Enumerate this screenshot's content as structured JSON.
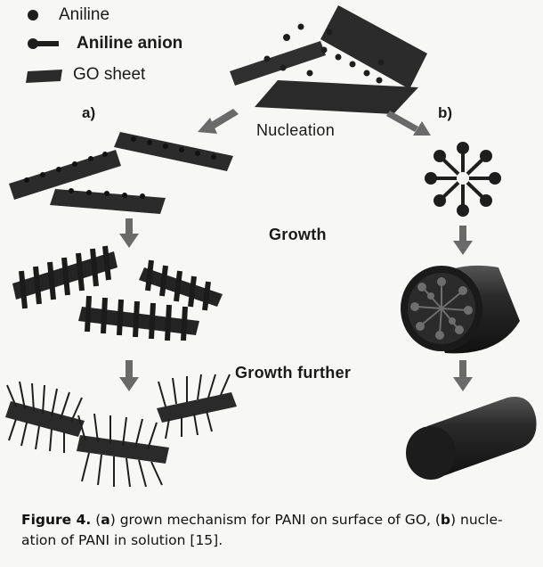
{
  "legend": {
    "aniline": "Aniline",
    "aniline_anion": "Aniline anion",
    "go_sheet": "GO sheet"
  },
  "panels": {
    "a": "a)",
    "b": "b)"
  },
  "stages": {
    "nucleation": "Nucleation",
    "growth": "Growth",
    "growth_further": "Growth further"
  },
  "caption": {
    "figure_label": "Figure 4.",
    "open_a": "(",
    "a_letter": "a",
    "part_a": ") grown mechanism for PANI on surface of GO, (",
    "b_letter": "b",
    "part_b": ") nucle-ation of PANI in solution [15]."
  },
  "colors": {
    "ink": "#1a1a1a",
    "sheet": "#2b2b2b",
    "arrow": "#6a6a6a",
    "background": "#f7f7f5"
  }
}
